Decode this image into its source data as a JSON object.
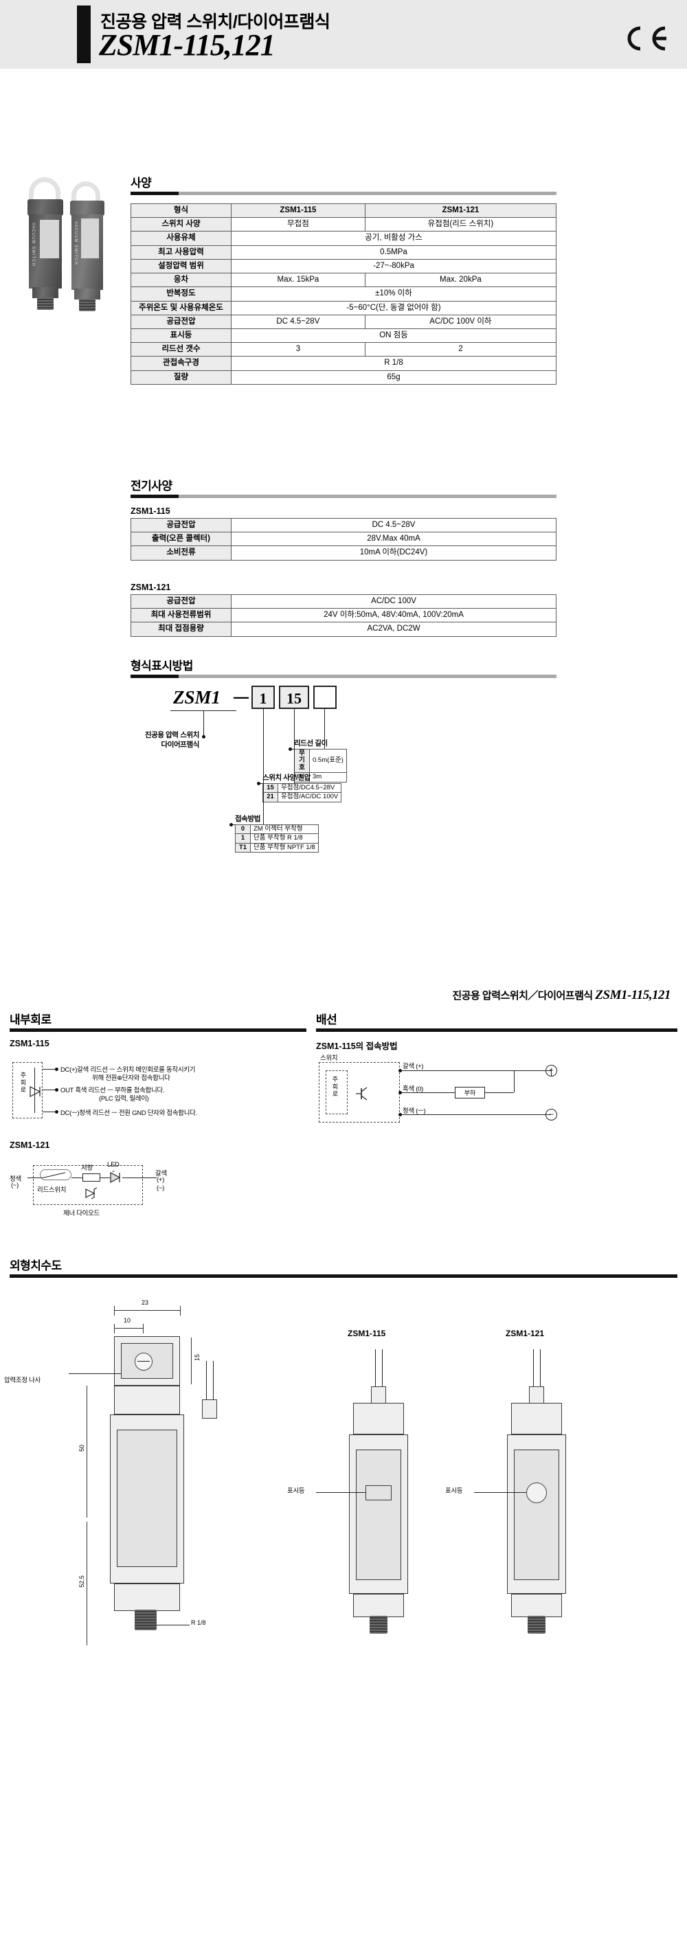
{
  "header": {
    "subtitle": "진공용 압력 스위치/다이어프램식",
    "title": "ZSM1-115,121",
    "ce_mark": "CE"
  },
  "sections": {
    "spec": "사양",
    "electrical": "전기사양",
    "model_code": "형식표시방법",
    "internal_circuit": "내부회로",
    "wiring": "배선",
    "outline": "외형치수도"
  },
  "running_head": {
    "text": "진공용 압력스위치／다이어프램식",
    "model": "ZSM1-115,121"
  },
  "spec_table": {
    "header": [
      "형식",
      "ZSM1-115",
      "ZSM1-121"
    ],
    "rows": [
      {
        "label": "스위치 사양",
        "v1": "무접점",
        "v2": "유접점(리드 스위치)",
        "span": false
      },
      {
        "label": "사용유체",
        "v1": "공기, 비활성 가스",
        "v2": "",
        "span": true
      },
      {
        "label": "최고 사용압력",
        "v1": "0.5MPa",
        "v2": "",
        "span": true
      },
      {
        "label": "설정압력 범위",
        "v1": "-27~-80kPa",
        "v2": "",
        "span": true
      },
      {
        "label": "응차",
        "v1": "Max. 15kPa",
        "v2": "Max. 20kPa",
        "span": false
      },
      {
        "label": "반복정도",
        "v1": "±10% 이하",
        "v2": "",
        "span": true
      },
      {
        "label": "주위온도 및 사용유체온도",
        "v1": "-5~60°C(단, 동결 없어야 함)",
        "v2": "",
        "span": true
      },
      {
        "label": "공급전압",
        "v1": "DC 4.5~28V",
        "v2": "AC/DC 100V 이하",
        "span": false
      },
      {
        "label": "표시등",
        "v1": "ON 점등",
        "v2": "",
        "span": true
      },
      {
        "label": "리드선 갯수",
        "v1": "3",
        "v2": "2",
        "span": false
      },
      {
        "label": "관접속구경",
        "v1": "R 1/8",
        "v2": "",
        "span": true
      },
      {
        "label": "질량",
        "v1": "65g",
        "v2": "",
        "span": true
      }
    ]
  },
  "electrical_115": {
    "caption": "ZSM1-115",
    "rows": [
      {
        "label": "공급전압",
        "value": "DC 4.5~28V"
      },
      {
        "label": "출력(오픈 콜렉터)",
        "value": "28V.Max 40mA"
      },
      {
        "label": "소비전류",
        "value": "10mA 이하(DC24V)"
      }
    ]
  },
  "electrical_121": {
    "caption": "ZSM1-121",
    "rows": [
      {
        "label": "공급전압",
        "value": "AC/DC 100V"
      },
      {
        "label": "최대 사용전류범위",
        "value": "24V 이하:50mA, 48V:40mA, 100V:20mA"
      },
      {
        "label": "최대 접점용량",
        "value": "AC2VA, DC2W"
      }
    ]
  },
  "model_code": {
    "base": "ZSM1",
    "dash": "—",
    "box1": "1",
    "box2": "15",
    "box3": "",
    "base_label_line1": "진공용 압력 스위치",
    "base_label_line2": "다이어프램식",
    "lead_title": "리드선 길이",
    "lead_options": [
      {
        "key": "무기호",
        "value": "0.5m(표준)"
      },
      {
        "key": "L",
        "value": "3m"
      }
    ],
    "switch_title": "스위치 사양/전압",
    "switch_options": [
      {
        "key": "15",
        "value": "무접점/DC4.5~28V"
      },
      {
        "key": "21",
        "value": "유접점/AC/DC 100V"
      }
    ],
    "conn_title": "접속방법",
    "conn_options": [
      {
        "key": "0",
        "value": "ZM 이젝터 부착형"
      },
      {
        "key": "1",
        "value": "단품 부착형 R 1/8"
      },
      {
        "key": "T1",
        "value": "단품 부착형 NPTF 1/8"
      }
    ]
  },
  "internal_circuit": {
    "title_115": "ZSM1-115",
    "title_121": "ZSM1-121",
    "c115": {
      "vert_label": "주\n회\n로",
      "dc_plus": "DC(+)갈색 리드선 ㅡ 스위치 메인회로를 동작시키기",
      "dc_plus2": "위해 전원⊕단자와 접속합니다",
      "out": "OUT  흑색 리드선 ㅡ 부하를 접속합니다.",
      "out2": "(PLC 입력, 릴레이)",
      "dc_minus": "DC(ㅡ)청색 리드선 ㅡ 전원 GND 단자와 접속합니다."
    },
    "c121": {
      "blue": "청색",
      "blue_sym": "(~)",
      "reed": "리드스위치",
      "resistor": "저항",
      "led": "LED",
      "brown": "갈색",
      "brown_sym": "(+)",
      "brown_sym2": "(~)",
      "zener": "제너 다이오드"
    }
  },
  "wiring": {
    "caption": "ZSM1-115의 접속방법",
    "switch_label": "스위치",
    "vert_label": "주\n회\n로",
    "brown": "갈색  (+)",
    "black": "흑색  (0)",
    "blue": "청색  (ㅡ)",
    "load": "부하",
    "plus": "⊕",
    "minus": "⊖"
  },
  "outline": {
    "labels": {
      "adjust_screw": "압력조정 나사",
      "indicator": "표시등",
      "model_115": "ZSM1-115",
      "model_121": "ZSM1-121"
    },
    "dims": {
      "d23": "23",
      "d10": "10",
      "d15": "15",
      "d50": "50",
      "d52_5": "52.5",
      "thread": "R 1/8"
    }
  }
}
